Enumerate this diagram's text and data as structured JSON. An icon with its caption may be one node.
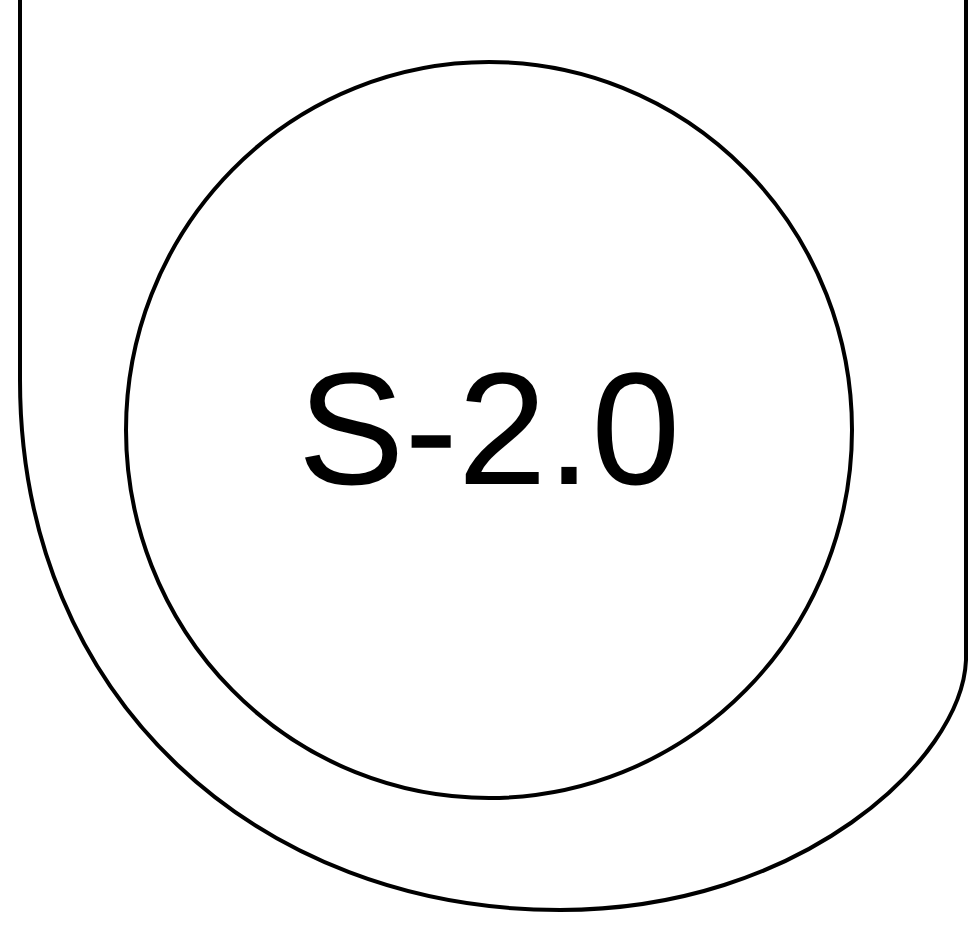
{
  "diagram": {
    "nodes": [
      {
        "text": [],
        "shape": "box"
      },
      {
        "text": [
          "S-2.0"
        ],
        "in": 0
      }
    ]
  }
}
